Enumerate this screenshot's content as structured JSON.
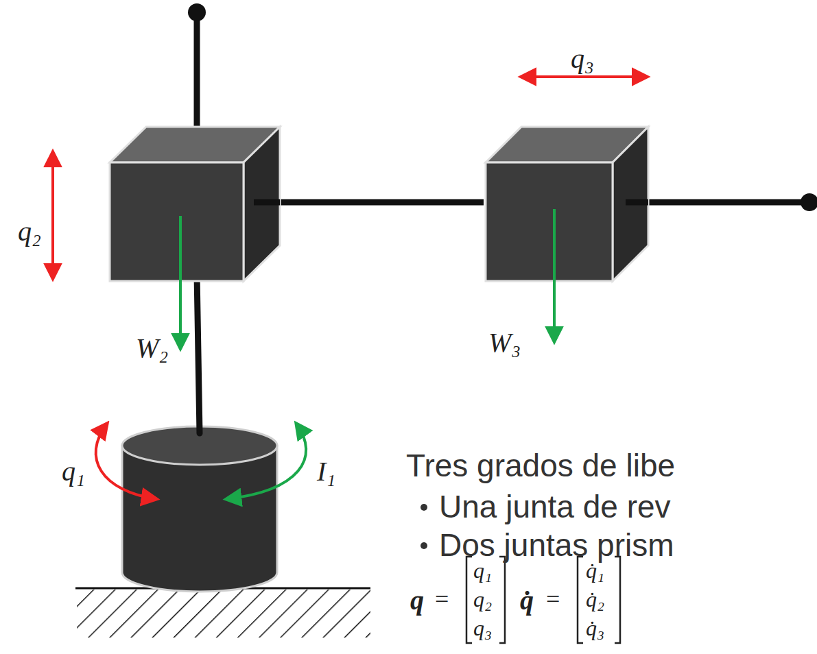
{
  "diagram": {
    "labels": [
      "q₂",
      "W₂",
      "q₃",
      "W₃",
      "q₁",
      "I₁",
      "Tres grados de libe",
      "Una junta de rev",
      "Dos juntas prism",
      "q",
      "=",
      "q₁",
      "q₂",
      "q₃",
      "q̇",
      "=",
      "q̇₁",
      "q̇₂",
      "q̇₃"
    ]
  }
}
